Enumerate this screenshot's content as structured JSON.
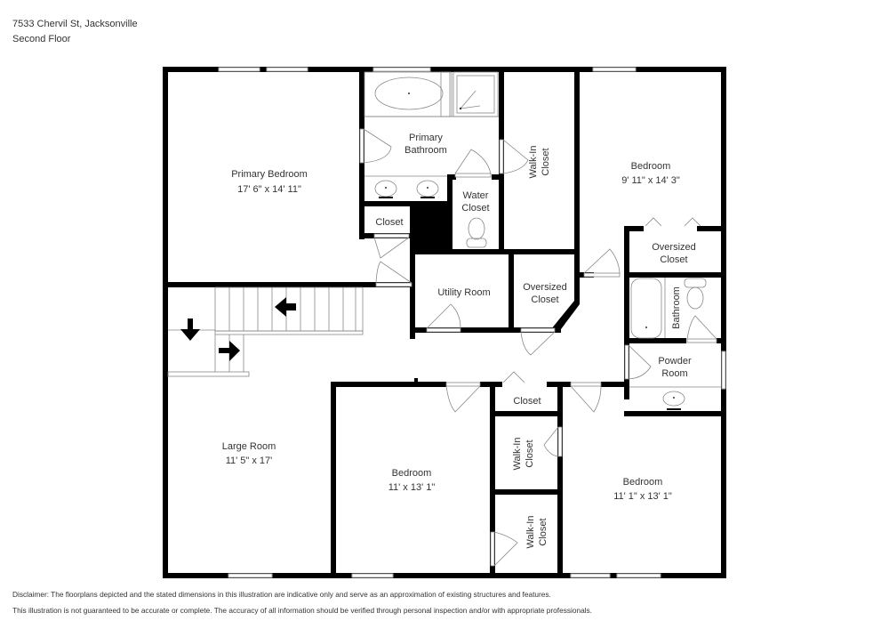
{
  "header": {
    "address": "7533 Chervil St, Jacksonville",
    "floor": "Second Floor"
  },
  "rooms": {
    "primary_bedroom": {
      "name": "Primary Bedroom",
      "dims": "17' 6\" x 14' 11\""
    },
    "primary_bathroom": {
      "name_line1": "Primary",
      "name_line2": "Bathroom"
    },
    "water_closet": {
      "name_line1": "Water",
      "name_line2": "Closet"
    },
    "primary_closet": {
      "name": "Closet"
    },
    "walk_in_closet_primary": {
      "name_line1": "Walk-In",
      "name_line2": "Closet"
    },
    "bedroom_ne": {
      "name": "Bedroom",
      "dims": "9' 11\" x 14' 3\""
    },
    "oversized_closet_ne": {
      "name_line1": "Oversized",
      "name_line2": "Closet"
    },
    "bathroom": {
      "name": "Bathroom"
    },
    "powder_room": {
      "name_line1": "Powder",
      "name_line2": "Room"
    },
    "utility_room": {
      "name": "Utility Room"
    },
    "oversized_closet_center": {
      "name_line1": "Oversized",
      "name_line2": "Closet"
    },
    "hall_closet": {
      "name": "Closet"
    },
    "large_room": {
      "name": "Large Room",
      "dims": "11' 5\" x 17'"
    },
    "bedroom_s": {
      "name": "Bedroom",
      "dims": "11' x 13' 1\""
    },
    "walk_in_closet_1": {
      "name_line1": "Walk-In",
      "name_line2": "Closet"
    },
    "walk_in_closet_2": {
      "name_line1": "Walk-In",
      "name_line2": "Closet"
    },
    "bedroom_se": {
      "name": "Bedroom",
      "dims": "11' 1\" x 13' 1\""
    }
  },
  "icons": {
    "stairs": "stairs-icon",
    "arrow_left": "arrow-left-icon",
    "arrow_down": "arrow-down-icon",
    "arrow_right": "arrow-right-icon",
    "bathtub": "bathtub-icon",
    "shower": "shower-icon",
    "sink": "sink-icon",
    "toilet": "toilet-icon",
    "door": "door-icon",
    "window": "window-icon"
  },
  "disclaimer": {
    "line1": "Disclaimer: The floorplans depicted and the stated dimensions in this illustration are indicative only and serve as an approximation of existing structures and features.",
    "line2": "This illustration is not guaranteed to be accurate or complete. The accuracy of all information should be verified through personal inspection and/or with appropriate professionals."
  },
  "colors": {
    "wall": "#000000",
    "text": "#333333",
    "fixture_line": "#888888",
    "background": "#ffffff"
  }
}
